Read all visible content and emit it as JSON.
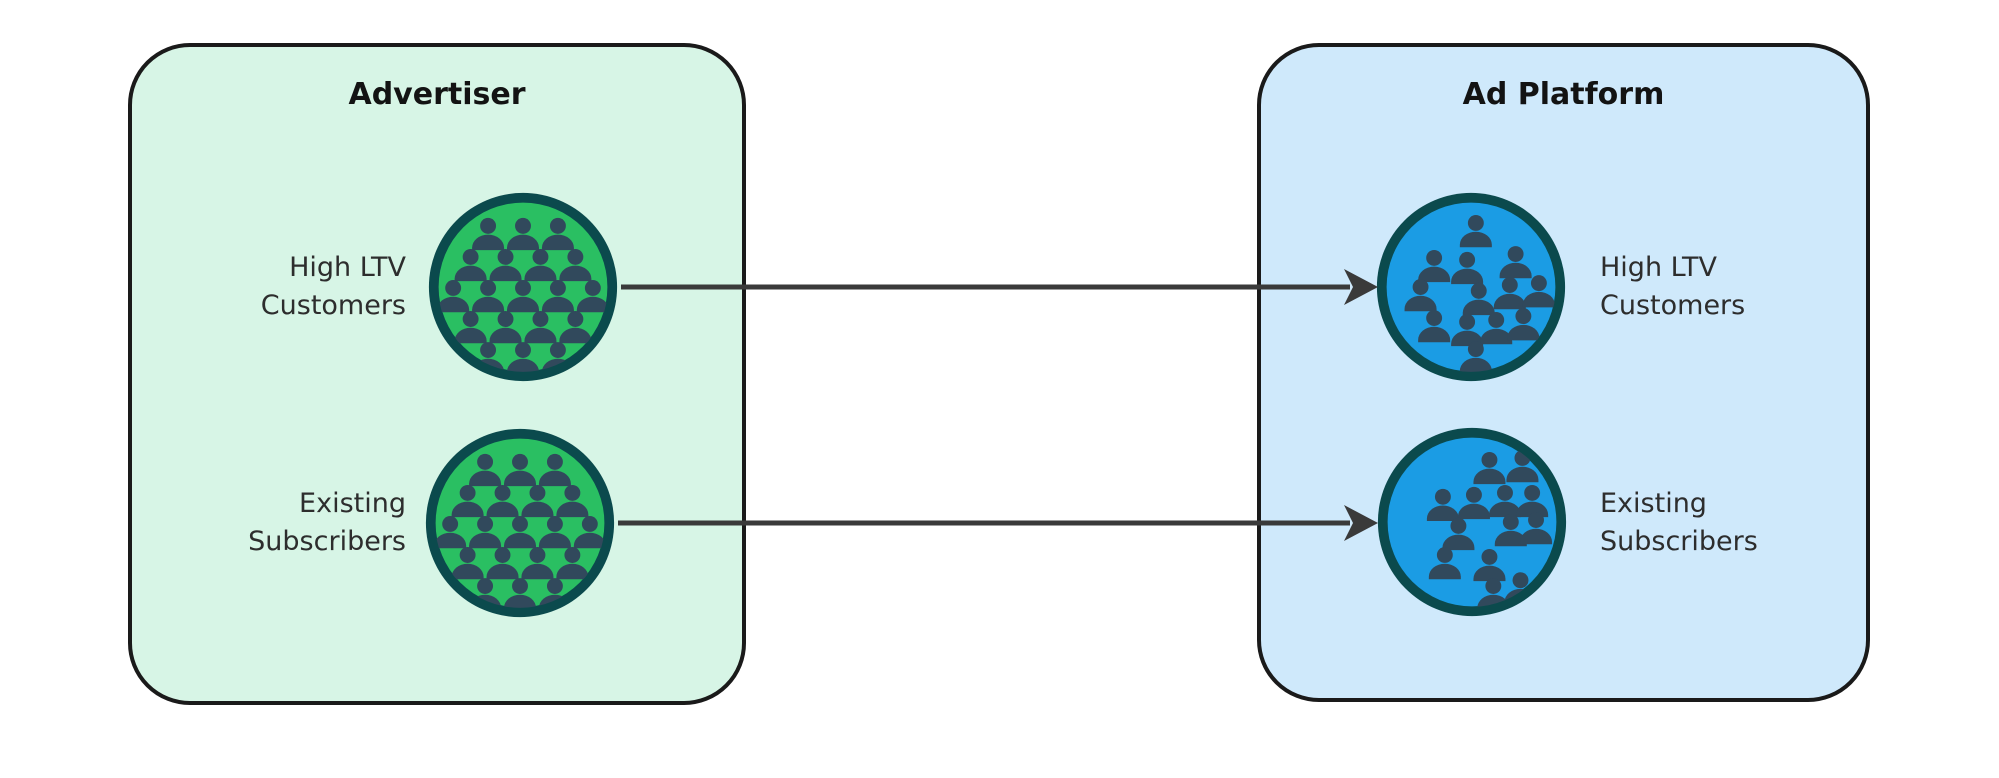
{
  "colors": {
    "background": "#ffffff",
    "box_border": "#1a1a1a",
    "advertiser_box_fill": "#d7f5e6",
    "platform_box_fill": "#cfe9fb",
    "advertiser_circle_fill": "#2abf62",
    "platform_circle_fill": "#1b9ce4",
    "circle_border": "#0b4a4d",
    "people_fill": "#31495c",
    "arrow": "#3a3a3a",
    "title_text": "#131313",
    "label_text": "#2d2d2d"
  },
  "advertiser": {
    "title": "Advertiser",
    "groups": [
      {
        "lines": [
          "High LTV",
          "Customers"
        ],
        "icon": "crowd-icon",
        "people_count": 19,
        "pattern": "dense"
      },
      {
        "lines": [
          "Existing",
          "Subscribers"
        ],
        "icon": "crowd-icon",
        "people_count": 19,
        "pattern": "dense"
      }
    ]
  },
  "ad_platform": {
    "title": "Ad Platform",
    "groups": [
      {
        "lines": [
          "High LTV",
          "Customers"
        ],
        "icon": "crowd-icon",
        "people_count": 13,
        "pattern": "scattered_a"
      },
      {
        "lines": [
          "Existing",
          "Subscribers"
        ],
        "icon": "crowd-icon",
        "people_count": 13,
        "pattern": "scattered_b"
      }
    ]
  },
  "arrows": [
    {
      "from": "Advertiser / High LTV Customers",
      "to": "Ad Platform / High LTV Customers"
    },
    {
      "from": "Advertiser / Existing Subscribers",
      "to": "Ad Platform / Existing Subscribers"
    }
  ]
}
